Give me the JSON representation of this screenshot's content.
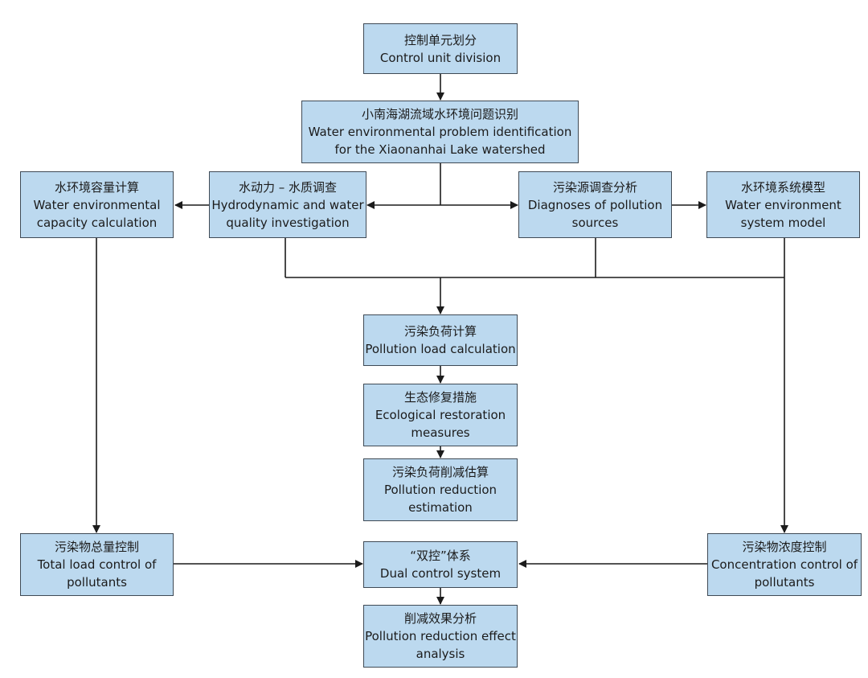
{
  "colors": {
    "box_fill": "#bcd9ef",
    "box_border": "#3f4a55",
    "line": "#1b1b1b"
  },
  "nodes": {
    "control_unit": {
      "zh": "控制单元划分",
      "en": [
        "Control unit division"
      ]
    },
    "problem_id": {
      "zh": "小南海湖流域水环境问题识别",
      "en": [
        "Water environmental problem identification",
        "for the Xiaonanhai Lake watershed"
      ]
    },
    "capacity": {
      "zh": "水环境容量计算",
      "en": [
        "Water environmental",
        "capacity calculation"
      ]
    },
    "hydro": {
      "zh": "水动力 – 水质调查",
      "en": [
        "Hydrodynamic and water",
        "quality investigation"
      ]
    },
    "sources": {
      "zh": "污染源调查分析",
      "en": [
        "Diagnoses of pollution",
        "sources"
      ]
    },
    "model": {
      "zh": "水环境系统模型",
      "en": [
        "Water environment",
        "system model"
      ]
    },
    "load_calc": {
      "zh": "污染负荷计算",
      "en": [
        "Pollution load calculation"
      ]
    },
    "eco": {
      "zh": "生态修复措施",
      "en": [
        "Ecological restoration",
        "measures"
      ]
    },
    "reduction_est": {
      "zh": "污染负荷削减估算",
      "en": [
        "Pollution reduction",
        "estimation"
      ]
    },
    "total_load": {
      "zh": "污染物总量控制",
      "en": [
        "Total load control of",
        "pollutants"
      ]
    },
    "dual": {
      "zh": "“双控”体系",
      "en": [
        "Dual control system"
      ]
    },
    "concentration": {
      "zh": "污染物浓度控制",
      "en": [
        "Concentration control of",
        "pollutants"
      ]
    },
    "effect": {
      "zh": "削减效果分析",
      "en": [
        "Pollution reduction effect",
        "analysis"
      ]
    }
  }
}
